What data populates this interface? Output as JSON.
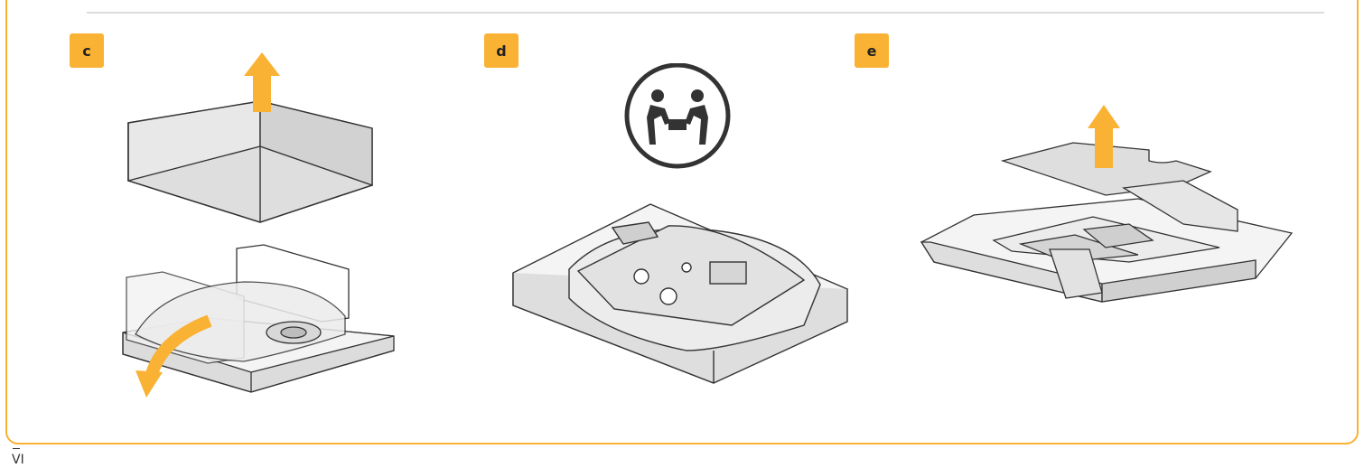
{
  "colors": {
    "accent": "#f9b233",
    "box_fill": "#dedede",
    "line": "#333333"
  },
  "steps": [
    {
      "label": "c",
      "icons": [
        "lift-lid-arrow-icon",
        "tip-out-arrow-icon"
      ]
    },
    {
      "label": "d",
      "icons": [
        "two-person-lift-icon"
      ]
    },
    {
      "label": "e",
      "icons": [
        "lift-insert-arrow-icon"
      ]
    }
  ],
  "page": {
    "number": "VI"
  }
}
